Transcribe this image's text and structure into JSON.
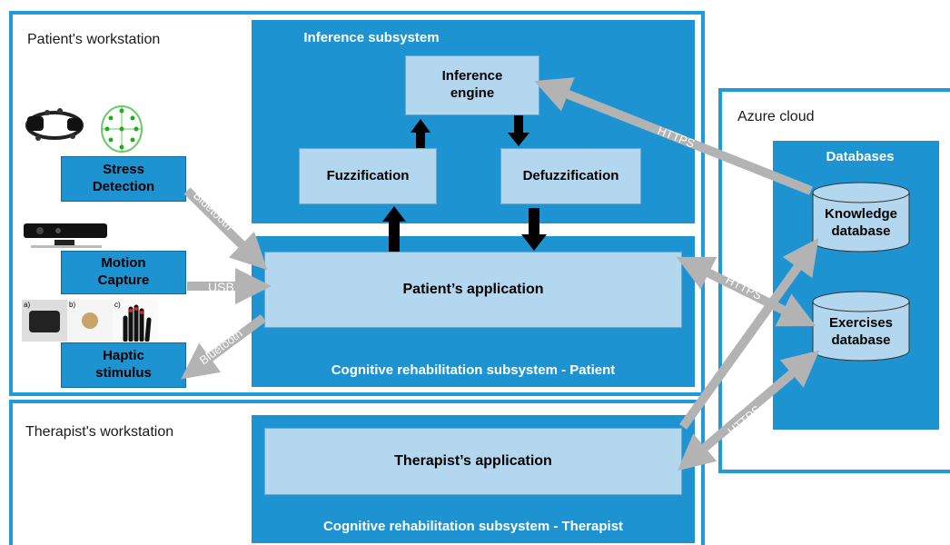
{
  "patient_workstation": {
    "label": "Patient's workstation"
  },
  "therapist_workstation": {
    "label": "Therapist's workstation"
  },
  "azure": {
    "label": "Azure cloud",
    "databases_title": "Databases"
  },
  "inference": {
    "title": "Inference subsystem",
    "engine": "Inference engine",
    "fuzzification": "Fuzzification",
    "defuzzification": "Defuzzification"
  },
  "patient_subsystem": {
    "title": "Cognitive rehabilitation subsystem - Patient",
    "application": "Patient’s application"
  },
  "therapist_subsystem": {
    "title": "Cognitive rehabilitation subsystem - Therapist",
    "application": "Therapist’s application"
  },
  "devices": {
    "stress": "Stress Detection",
    "motion": "Motion Capture",
    "haptic": "Haptic stimulus",
    "photo_labels": [
      "a)",
      "b)",
      "c)"
    ]
  },
  "databases": {
    "knowledge": "Knowledge database",
    "exercises": "Exercises database"
  },
  "connections": {
    "bluetooth_in": "Bluetooth",
    "usb": "USB",
    "bluetooth_out": "Bluetooth",
    "https_knowledge_engine": "HTTPS",
    "https_app_exercises": "HTTPS",
    "https_therapist_knowledge": "HTTPS",
    "https_therapist_exercises": "HTTPS"
  },
  "colors": {
    "frame": "#1e9bd8",
    "panel": "#1d93d2",
    "light_box": "#b2d7ee",
    "arrow_gray": "#b3b3b3",
    "arrow_black": "#000000"
  }
}
